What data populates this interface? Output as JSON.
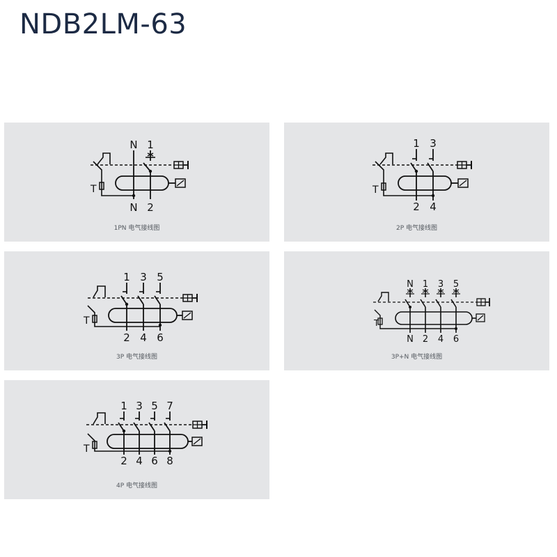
{
  "page": {
    "title": "NDB2LM-63"
  },
  "diagrams": [
    {
      "caption": "1PN 电气接线图",
      "test_label": "T",
      "top_labels": [
        "N",
        "1"
      ],
      "bottom_labels": [
        "N",
        "2"
      ]
    },
    {
      "caption": "2P 电气接线图",
      "test_label": "T",
      "top_labels": [
        "1",
        "3"
      ],
      "bottom_labels": [
        "2",
        "4"
      ]
    },
    {
      "caption": "3P 电气接线图",
      "test_label": "T",
      "top_labels": [
        "1",
        "3",
        "5"
      ],
      "bottom_labels": [
        "2",
        "4",
        "6"
      ]
    },
    {
      "caption": "3P+N 电气接线图",
      "test_label": "T",
      "top_labels": [
        "N",
        "1",
        "3",
        "5"
      ],
      "bottom_labels": [
        "N",
        "2",
        "4",
        "6"
      ]
    },
    {
      "caption": "4P 电气接线图",
      "test_label": "T",
      "top_labels": [
        "1",
        "3",
        "5",
        "7"
      ],
      "bottom_labels": [
        "2",
        "4",
        "6",
        "8"
      ]
    }
  ]
}
